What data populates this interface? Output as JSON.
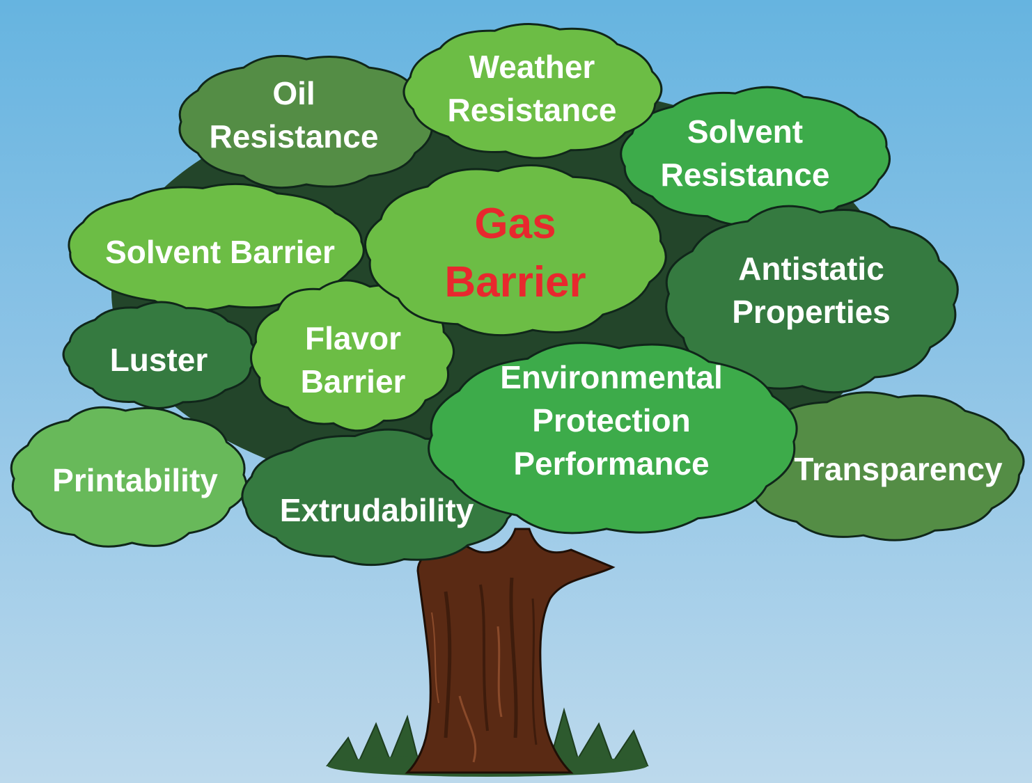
{
  "diagram": {
    "center": {
      "lines": [
        "Gas",
        "Barrier"
      ],
      "text_color": "#e8282e"
    },
    "nodes": [
      {
        "id": "oil-resistance",
        "lines": [
          "Oil",
          "Resistance"
        ]
      },
      {
        "id": "weather-resistance",
        "lines": [
          "Weather",
          "Resistance"
        ]
      },
      {
        "id": "solvent-resistance",
        "lines": [
          "Solvent",
          "Resistance"
        ]
      },
      {
        "id": "solvent-barrier",
        "lines": [
          "Solvent Barrier"
        ]
      },
      {
        "id": "antistatic-properties",
        "lines": [
          "Antistatic",
          "Properties"
        ]
      },
      {
        "id": "luster",
        "lines": [
          "Luster"
        ]
      },
      {
        "id": "flavor-barrier",
        "lines": [
          "Flavor",
          "Barrier"
        ]
      },
      {
        "id": "environmental-protection-performance",
        "lines": [
          "Environmental",
          "Protection",
          "Performance"
        ]
      },
      {
        "id": "printability",
        "lines": [
          "Printability"
        ]
      },
      {
        "id": "extrudability",
        "lines": [
          "Extrudability"
        ]
      },
      {
        "id": "transparency",
        "lines": [
          "Transparency"
        ]
      }
    ]
  },
  "colors": {
    "sky_top": "#66b4e0",
    "sky_bottom": "#bcd9ec",
    "leaf_light": "#6cbd45",
    "leaf_medium": "#3dab4a",
    "leaf_muted": "#548d45",
    "leaf_dark": "#357a40",
    "leaf_pale": "#68b95a",
    "trunk": "#5a2a14",
    "trunk_dark": "#3e1c0c",
    "grass": "#2d5a2e",
    "text": "#ffffff"
  }
}
